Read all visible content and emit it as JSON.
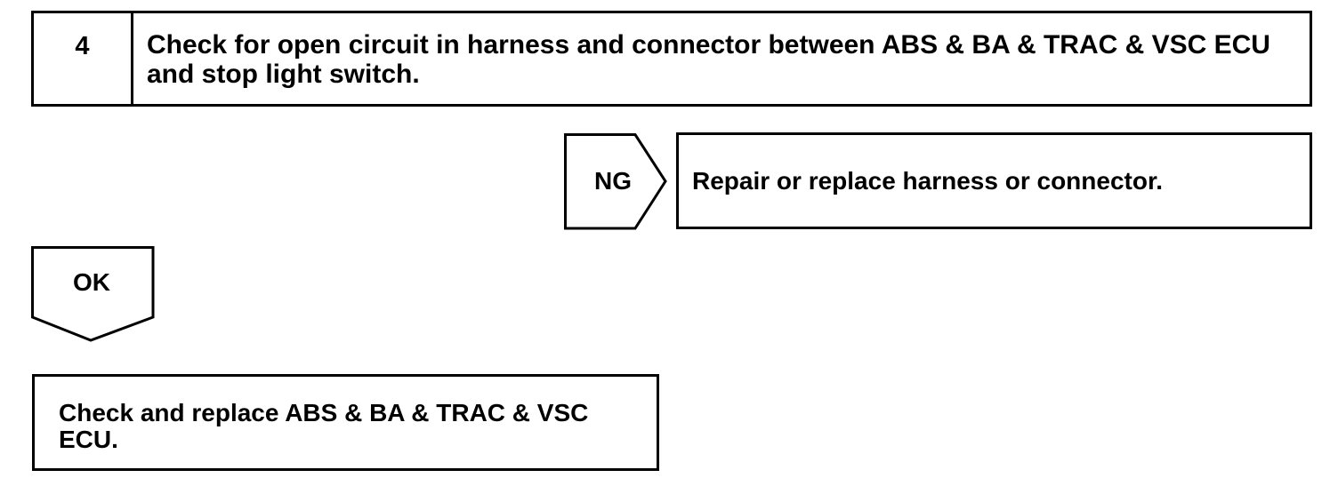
{
  "step": {
    "number": "4",
    "text": "Check for open circuit in harness and connector between ABS & BA & TRAC & VSC ECU and stop light switch."
  },
  "ng_branch": {
    "label": "NG",
    "result": "Repair or replace harness or connector."
  },
  "ok_branch": {
    "label": "OK",
    "result": "Check and replace ABS & BA & TRAC & VSC ECU."
  }
}
